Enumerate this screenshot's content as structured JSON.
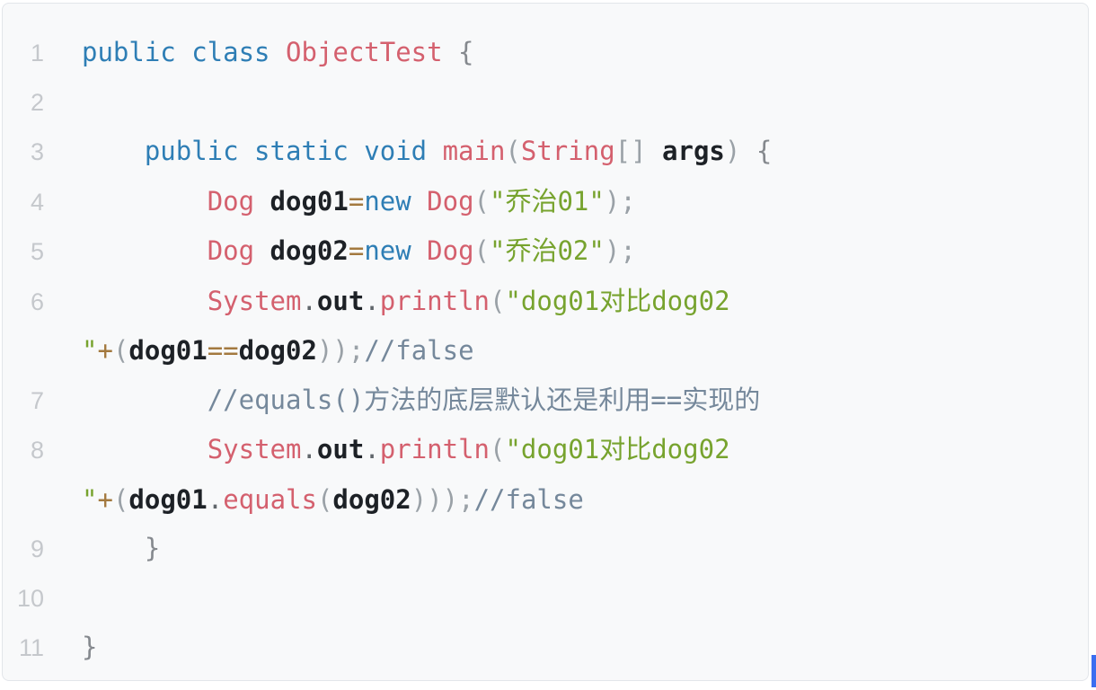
{
  "palette": {
    "page_bg": "#ffffff",
    "block_bg": "#f8f9fa",
    "block_border": "#e3e6ea",
    "gutter": "#c5c8cc",
    "keyword": "#2e7eb5",
    "type": "#d4606e",
    "plain": "#1d2126",
    "string": "#77a32e",
    "operator": "#a3793f",
    "punct": "#9aa1a7",
    "brace": "#85898e",
    "dot": "#60666b",
    "comment": "#75889b",
    "scrollbar": "#3b6ef0"
  },
  "editor": {
    "language": "java",
    "lines": [
      {
        "num": "1",
        "segments": [
          {
            "t": "public class ",
            "c": "kw"
          },
          {
            "t": "ObjectTest ",
            "c": "type"
          },
          {
            "t": "{",
            "c": "brace"
          }
        ]
      },
      {
        "num": "2",
        "segments": []
      },
      {
        "num": "3",
        "segments": [
          {
            "t": "    ",
            "c": "plain"
          },
          {
            "t": "public static void ",
            "c": "kw"
          },
          {
            "t": "main",
            "c": "type"
          },
          {
            "t": "(",
            "c": "punct"
          },
          {
            "t": "String",
            "c": "type"
          },
          {
            "t": "[] ",
            "c": "punct"
          },
          {
            "t": "args",
            "c": "plain"
          },
          {
            "t": ") ",
            "c": "punct"
          },
          {
            "t": "{",
            "c": "brace"
          }
        ]
      },
      {
        "num": "4",
        "segments": [
          {
            "t": "        ",
            "c": "plain"
          },
          {
            "t": "Dog ",
            "c": "type"
          },
          {
            "t": "dog01",
            "c": "plain"
          },
          {
            "t": "=",
            "c": "op"
          },
          {
            "t": "new ",
            "c": "kw"
          },
          {
            "t": "Dog",
            "c": "type"
          },
          {
            "t": "(",
            "c": "punct"
          },
          {
            "t": "\"乔治01\"",
            "c": "str"
          },
          {
            "t": ");",
            "c": "punct"
          }
        ]
      },
      {
        "num": "5",
        "segments": [
          {
            "t": "        ",
            "c": "plain"
          },
          {
            "t": "Dog ",
            "c": "type"
          },
          {
            "t": "dog02",
            "c": "plain"
          },
          {
            "t": "=",
            "c": "op"
          },
          {
            "t": "new ",
            "c": "kw"
          },
          {
            "t": "Dog",
            "c": "type"
          },
          {
            "t": "(",
            "c": "punct"
          },
          {
            "t": "\"乔治02\"",
            "c": "str"
          },
          {
            "t": ");",
            "c": "punct"
          }
        ]
      },
      {
        "num": "6",
        "segments": [
          {
            "t": "        ",
            "c": "plain"
          },
          {
            "t": "System",
            "c": "type"
          },
          {
            "t": ".",
            "c": "dot"
          },
          {
            "t": "out",
            "c": "plain"
          },
          {
            "t": ".",
            "c": "dot"
          },
          {
            "t": "println",
            "c": "type"
          },
          {
            "t": "(",
            "c": "punct"
          },
          {
            "t": "\"dog01对比dog02 ",
            "c": "str"
          }
        ]
      },
      {
        "num": "",
        "segments": [
          {
            "t": "\"",
            "c": "str"
          },
          {
            "t": "+",
            "c": "op"
          },
          {
            "t": "(",
            "c": "punct"
          },
          {
            "t": "dog01",
            "c": "plain"
          },
          {
            "t": "==",
            "c": "op"
          },
          {
            "t": "dog02",
            "c": "plain"
          },
          {
            "t": "));",
            "c": "punct"
          },
          {
            "t": "//false",
            "c": "comment"
          }
        ]
      },
      {
        "num": "7",
        "segments": [
          {
            "t": "        ",
            "c": "plain"
          },
          {
            "t": "//equals()方法的底层默认还是利用==实现的",
            "c": "comment"
          }
        ]
      },
      {
        "num": "8",
        "segments": [
          {
            "t": "        ",
            "c": "plain"
          },
          {
            "t": "System",
            "c": "type"
          },
          {
            "t": ".",
            "c": "dot"
          },
          {
            "t": "out",
            "c": "plain"
          },
          {
            "t": ".",
            "c": "dot"
          },
          {
            "t": "println",
            "c": "type"
          },
          {
            "t": "(",
            "c": "punct"
          },
          {
            "t": "\"dog01对比dog02 ",
            "c": "str"
          }
        ]
      },
      {
        "num": "",
        "segments": [
          {
            "t": "\"",
            "c": "str"
          },
          {
            "t": "+",
            "c": "op"
          },
          {
            "t": "(",
            "c": "punct"
          },
          {
            "t": "dog01",
            "c": "plain"
          },
          {
            "t": ".",
            "c": "dot"
          },
          {
            "t": "equals",
            "c": "type"
          },
          {
            "t": "(",
            "c": "punct"
          },
          {
            "t": "dog02",
            "c": "plain"
          },
          {
            "t": ")));",
            "c": "punct"
          },
          {
            "t": "//false",
            "c": "comment"
          }
        ]
      },
      {
        "num": "9",
        "segments": [
          {
            "t": "    ",
            "c": "plain"
          },
          {
            "t": "}",
            "c": "brace"
          }
        ]
      },
      {
        "num": "10",
        "segments": []
      },
      {
        "num": "11",
        "segments": [
          {
            "t": "}",
            "c": "brace"
          }
        ]
      }
    ]
  }
}
